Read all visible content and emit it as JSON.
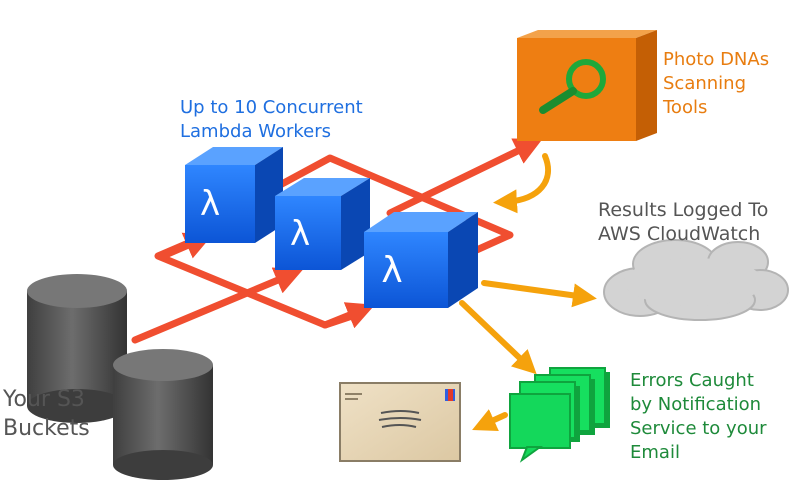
{
  "labels": {
    "lambda_workers": [
      "Up to 10 Concurrent",
      "Lambda Workers"
    ],
    "photo_dna": [
      "Photo DNAs",
      "Scanning",
      "Tools"
    ],
    "cloudwatch": [
      "Results Logged To",
      "AWS CloudWatch"
    ],
    "errors": [
      "Errors Caught",
      "by Notification",
      "Service to your",
      "Email"
    ],
    "s3": [
      "Your S3",
      "Buckets"
    ]
  },
  "icons": {
    "lambda_symbol": "λ"
  },
  "colors": {
    "lambda_blue": "#1f6fe0",
    "flow_red": "#f04e30",
    "flow_orange": "#f5a20c",
    "scanner_orange": "#e87d10",
    "notification_green": "#13e060",
    "bucket_gray": "#5a5a5a",
    "cloud_gray": "#cfcfcf"
  }
}
